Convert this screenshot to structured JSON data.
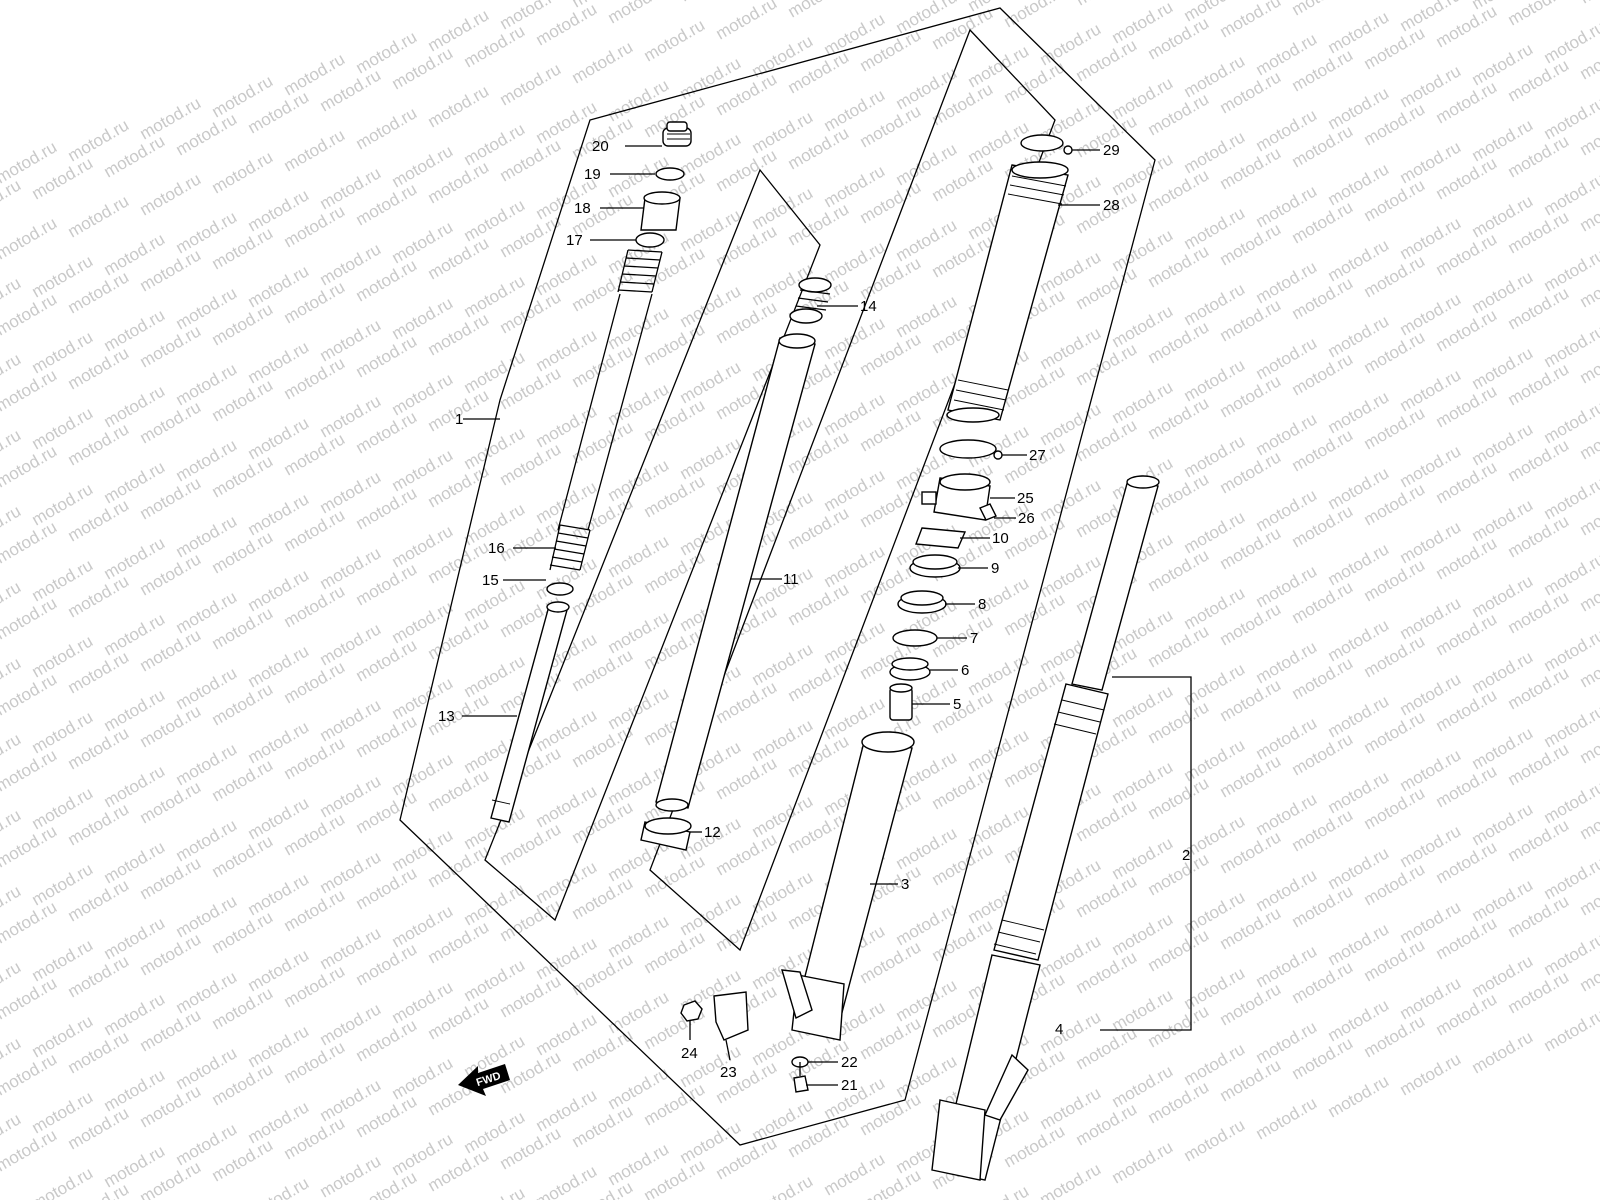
{
  "watermark": {
    "text": "motod.ru"
  },
  "fwd_label": "FWD",
  "callouts": [
    {
      "id": "1",
      "text": "1"
    },
    {
      "id": "2",
      "text": "2"
    },
    {
      "id": "3",
      "text": "3"
    },
    {
      "id": "4",
      "text": "4"
    },
    {
      "id": "5",
      "text": "5"
    },
    {
      "id": "6",
      "text": "6"
    },
    {
      "id": "7",
      "text": "7"
    },
    {
      "id": "8",
      "text": "8"
    },
    {
      "id": "9",
      "text": "9"
    },
    {
      "id": "10",
      "text": "10"
    },
    {
      "id": "11",
      "text": "11"
    },
    {
      "id": "12",
      "text": "12"
    },
    {
      "id": "13",
      "text": "13"
    },
    {
      "id": "14",
      "text": "14"
    },
    {
      "id": "15",
      "text": "15"
    },
    {
      "id": "16",
      "text": "16"
    },
    {
      "id": "17",
      "text": "17"
    },
    {
      "id": "18",
      "text": "18"
    },
    {
      "id": "19",
      "text": "19"
    },
    {
      "id": "20",
      "text": "20"
    },
    {
      "id": "21",
      "text": "21"
    },
    {
      "id": "22",
      "text": "22"
    },
    {
      "id": "23",
      "text": "23"
    },
    {
      "id": "24",
      "text": "24"
    },
    {
      "id": "25",
      "text": "25"
    },
    {
      "id": "26",
      "text": "26"
    },
    {
      "id": "27",
      "text": "27"
    },
    {
      "id": "28",
      "text": "28"
    },
    {
      "id": "29",
      "text": "29"
    }
  ]
}
